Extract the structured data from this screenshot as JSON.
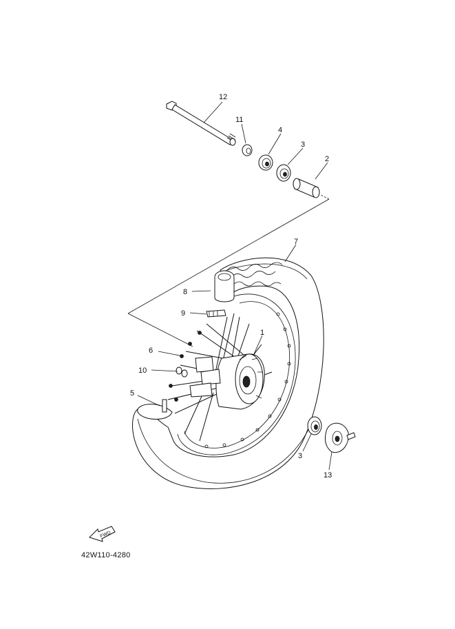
{
  "diagram": {
    "drawing_code": "42W110-4280",
    "fwd_label": "FWD",
    "callouts": [
      {
        "id": "12",
        "label": "12"
      },
      {
        "id": "11",
        "label": "11"
      },
      {
        "id": "4",
        "label": "4"
      },
      {
        "id": "3a",
        "label": "3"
      },
      {
        "id": "2",
        "label": "2"
      },
      {
        "id": "7",
        "label": "7"
      },
      {
        "id": "8",
        "label": "8"
      },
      {
        "id": "9",
        "label": "9"
      },
      {
        "id": "1",
        "label": "1"
      },
      {
        "id": "6",
        "label": "6"
      },
      {
        "id": "10",
        "label": "10"
      },
      {
        "id": "5",
        "label": "5"
      },
      {
        "id": "3b",
        "label": "3"
      },
      {
        "id": "13",
        "label": "13"
      }
    ]
  }
}
